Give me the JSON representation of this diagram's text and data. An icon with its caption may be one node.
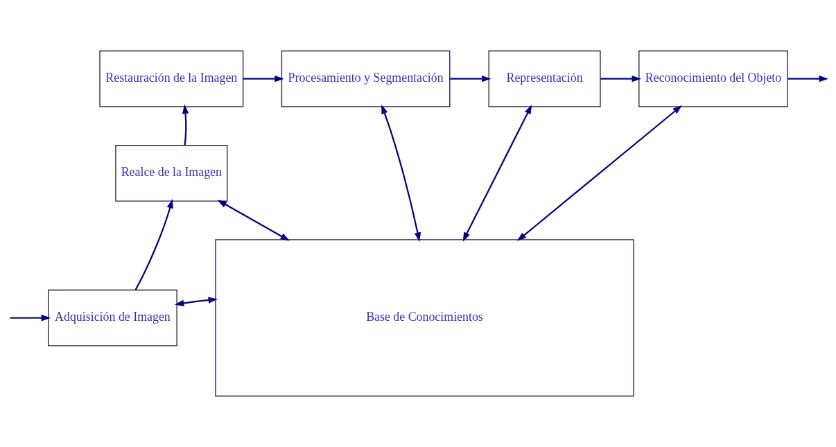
{
  "diagram": {
    "nodes": [
      {
        "text": [
          "Restauración de la Imagen"
        ]
      },
      {
        "text": [
          "Procesamiento y Segmentación"
        ]
      },
      {
        "text": [
          "Representación"
        ]
      },
      {
        "text": [
          "Reconocimiento del Objeto"
        ]
      },
      {
        "text": [
          "Realce de la Imagen"
        ]
      },
      {
        "text": [
          "Base de Conocimientos"
        ]
      },
      {
        "text": [
          "Adquisición de Imagen"
        ]
      }
    ],
    "edges": [
      {
        "from": null,
        "to": 6,
        "arrow": "to"
      },
      {
        "from": 6,
        "to": 4,
        "arrow": "to"
      },
      {
        "from": 4,
        "to": 0,
        "arrow": "to"
      },
      {
        "from": 0,
        "to": 1,
        "arrow": "to"
      },
      {
        "from": 1,
        "to": 2,
        "arrow": "to"
      },
      {
        "from": 2,
        "to": 3,
        "arrow": "to"
      },
      {
        "from": 3,
        "to": null,
        "arrow": "to"
      },
      {
        "from": 1,
        "to": 5,
        "arrow": "both"
      },
      {
        "from": 2,
        "to": 5,
        "arrow": "both"
      },
      {
        "from": 3,
        "to": 5,
        "arrow": "both"
      },
      {
        "from": 4,
        "to": 5,
        "arrow": "both"
      },
      {
        "from": 6,
        "to": 5,
        "arrow": "both"
      }
    ]
  }
}
